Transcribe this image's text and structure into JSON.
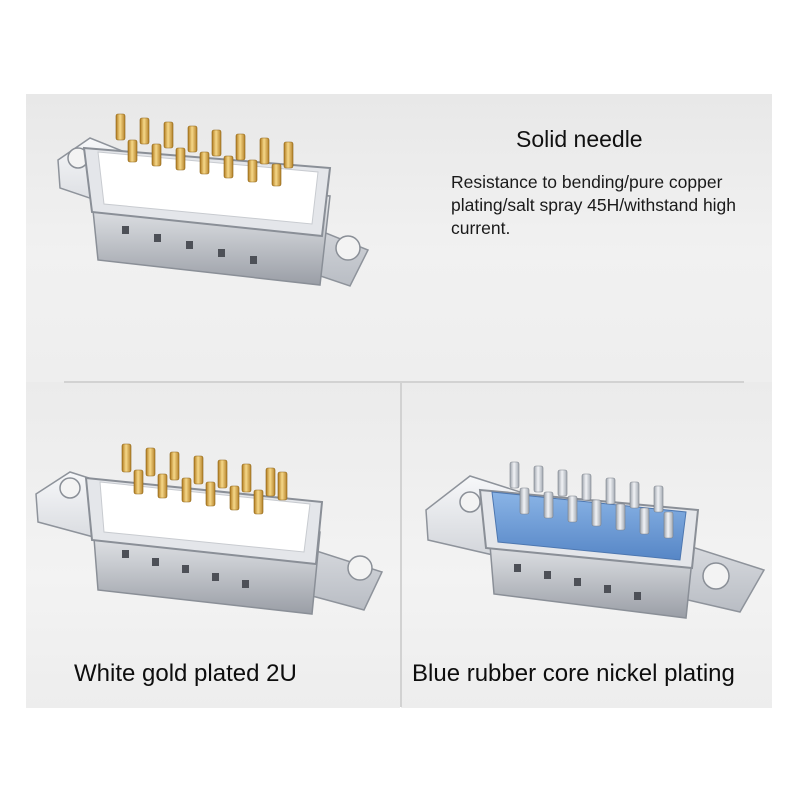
{
  "top": {
    "title": "Solid needle",
    "description": "Resistance to bending/pure copper plating/salt spray 45H/withstand high current."
  },
  "bottom_left": {
    "caption": "White gold plated 2U"
  },
  "bottom_right": {
    "caption": "Blue rubber core nickel plating"
  },
  "colors": {
    "gold_pin": "#d9a94a",
    "white_core": "#ffffff",
    "blue_core": "#6f9fd8",
    "nickel_pin": "#c9cdd4",
    "metal_shell": "#d8dade"
  }
}
